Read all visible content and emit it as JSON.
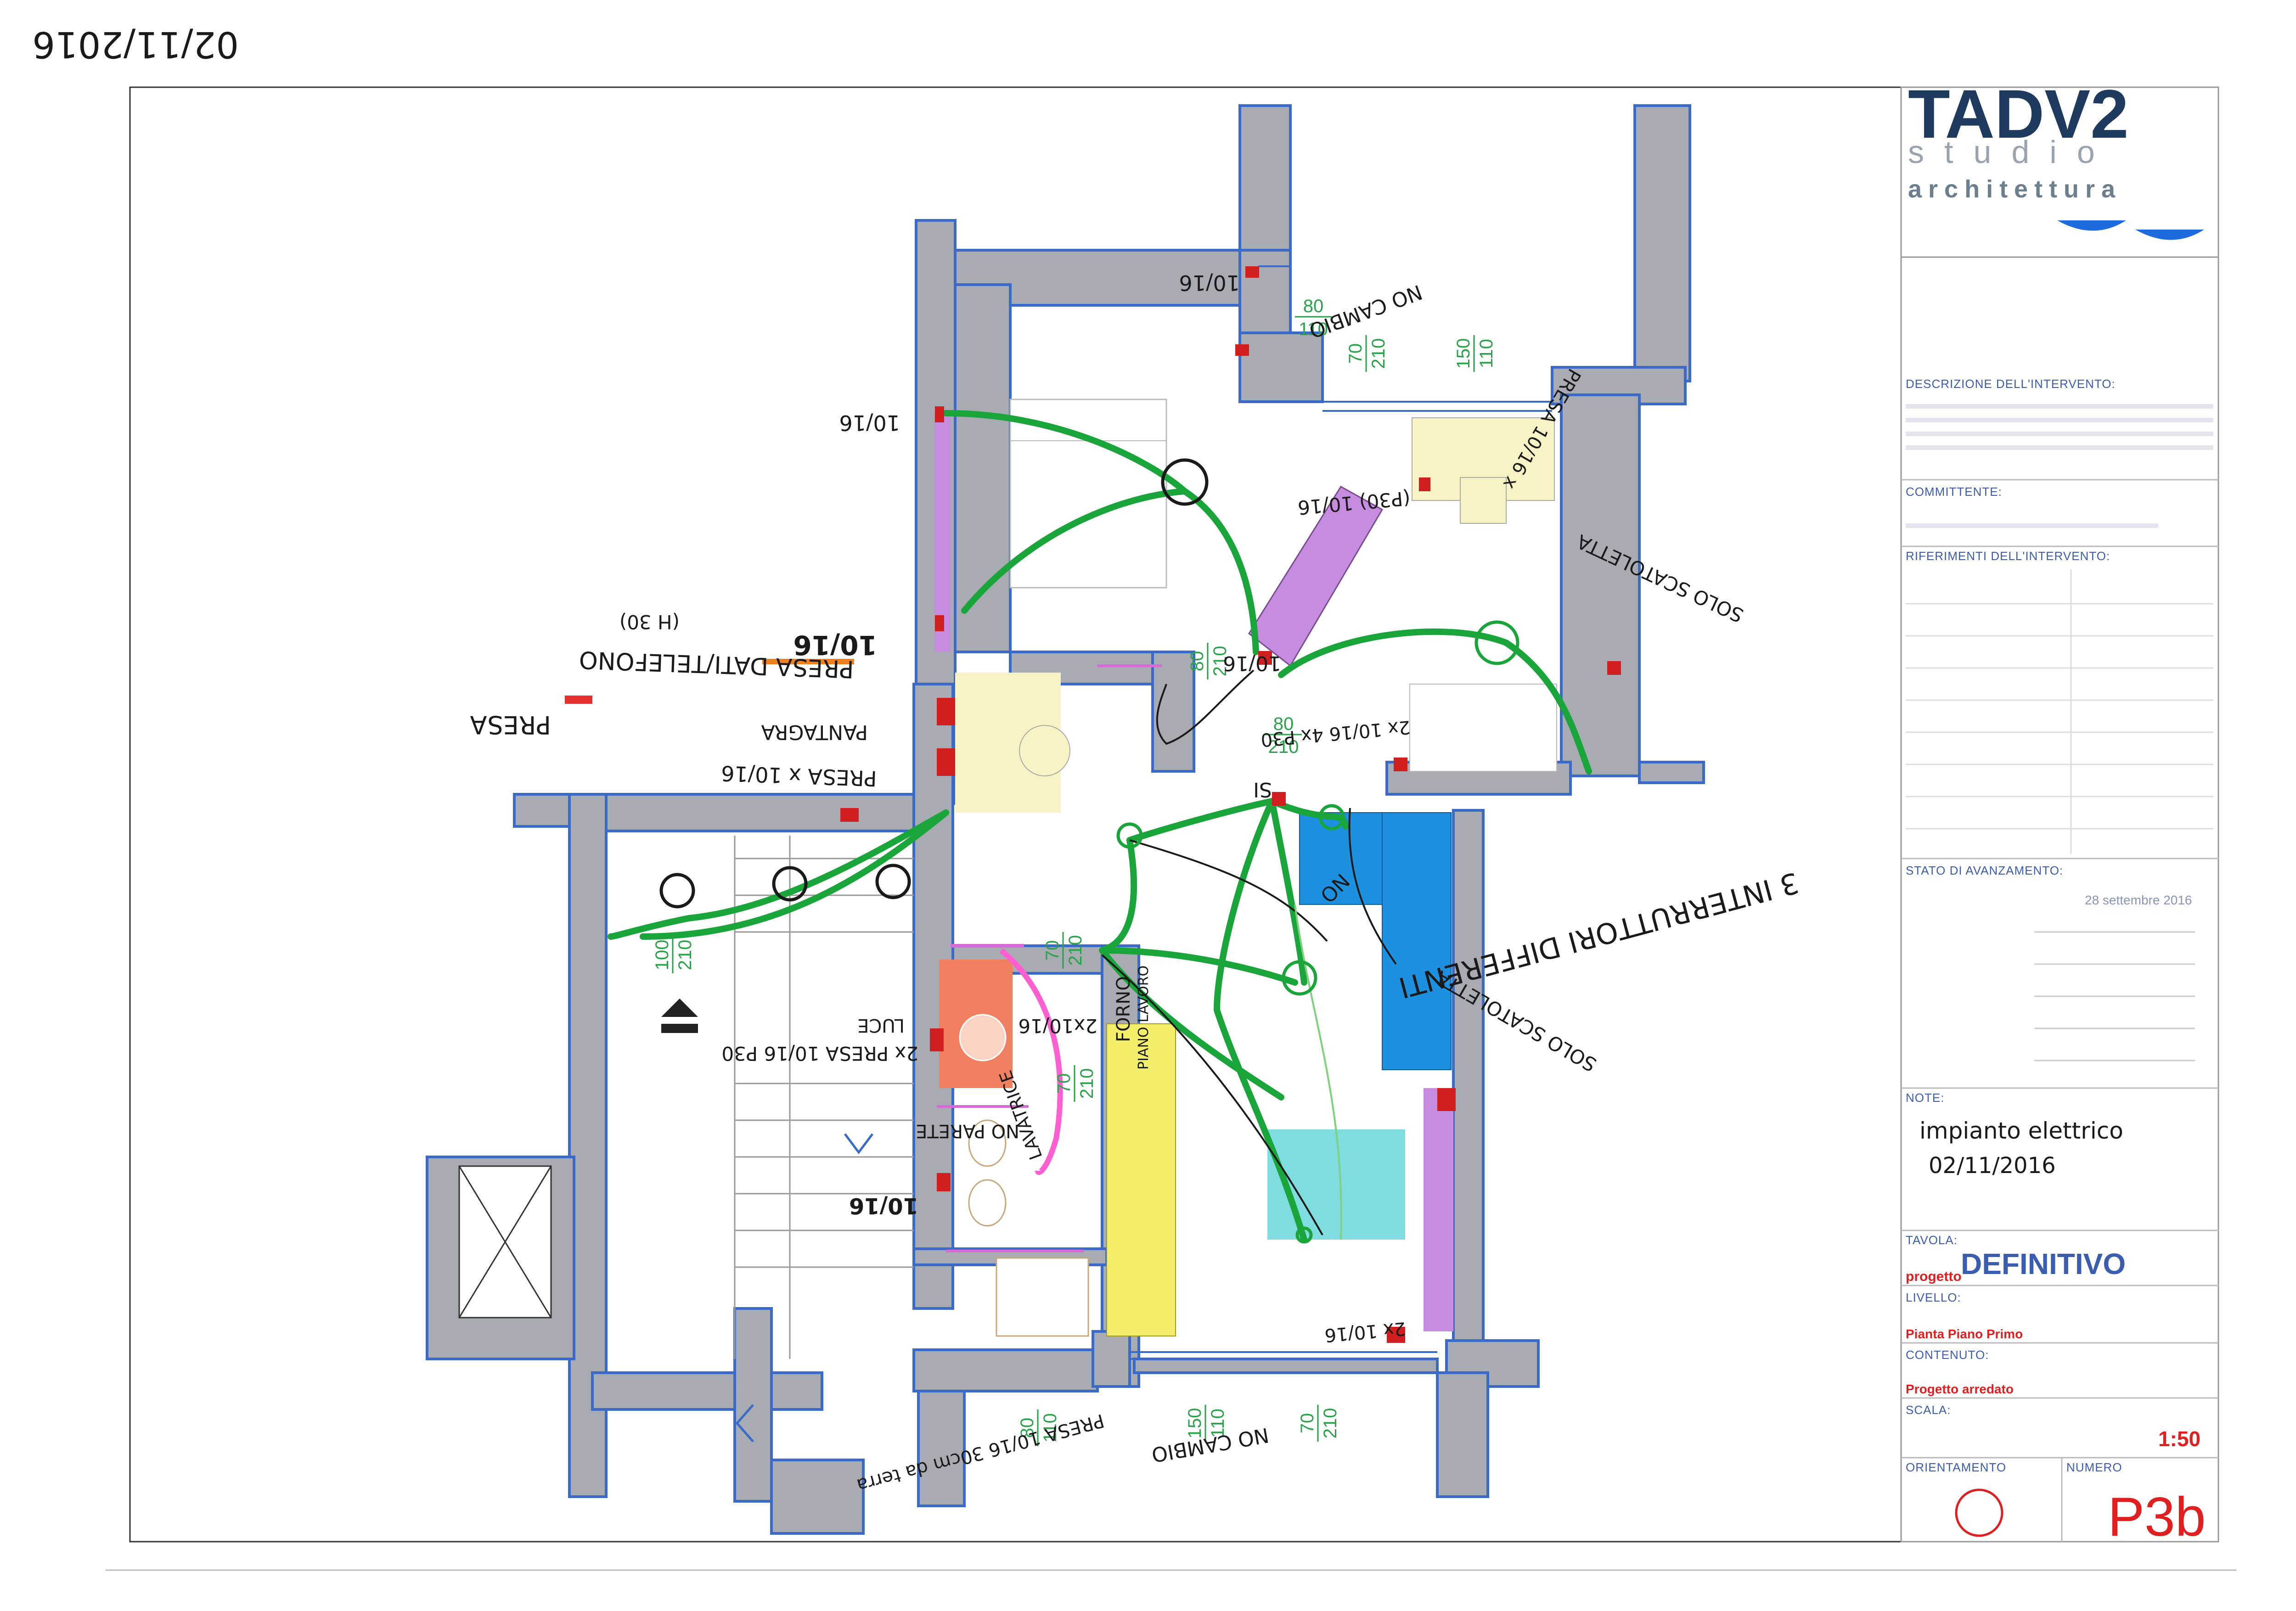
{
  "header_date": "02/11/2016",
  "logo": {
    "line1": "TADV2",
    "line2": "studio",
    "line3": "architettura"
  },
  "title_block": {
    "descrizione_label": "DESCRIZIONE DELL'INTERVENTO:",
    "committente_label": "COMMITTENTE:",
    "riferimenti_label": "RIFERIMENTI DELL'INTERVENTO:",
    "stato_label": "STATO DI AVANZAMENTO:",
    "stato_date": "28 settembre 2016",
    "note_label": "NOTE:",
    "note_hand_line1": "impianto elettrico",
    "note_hand_line2": "02/11/2016",
    "tavola_label": "TAVOLA:",
    "progetto_label": "progetto",
    "progetto_value": "DEFINITIVO",
    "livello_label": "LIVELLO:",
    "livello_value": "Pianta Piano Primo",
    "contenuto_label": "CONTENUTO:",
    "contenuto_value": "Progetto arredato",
    "scala_label": "SCALA:",
    "scala_value": "1:50",
    "orientamento_label": "ORIENTAMENTO",
    "numero_label": "NUMERO",
    "numero_value": "P3b"
  },
  "dimensions": {
    "d1_top": "80",
    "d1_bot": "110",
    "d2_top": "70",
    "d2_bot": "210",
    "d3_top": "150",
    "d3_bot": "110",
    "d4_top": "80",
    "d4_bot": "210",
    "d5_top": "80",
    "d5_bot": "210",
    "d6_top": "100",
    "d6_bot": "210",
    "d7_top": "70",
    "d7_bot": "210",
    "d8_top": "70",
    "d8_bot": "210",
    "d9_top": "80",
    "d9_bot": "110",
    "d10_top": "150",
    "d10_bot": "110",
    "d11_top": "70",
    "d11_bot": "210"
  },
  "annotations": {
    "a1": "10/16",
    "a2": "NO CAMBIO",
    "a3": "10/16",
    "a4": "PRESA 10/16 x",
    "a5": "(P30) 10/16",
    "a6": "10/16",
    "a7": "10/16",
    "a8": "(H 30)",
    "a9": "PRESA DATI/TELEFONO",
    "a10": "PRESA",
    "a11": "PANTAGRA",
    "a12": "PRESA x 10/16",
    "a13": "2x 10/16 4x P30",
    "a14": "SOLO SCATOLETTA",
    "a15": "SOLO SCATOLETTA",
    "a16": "SI",
    "a17": "NO",
    "a18": "3 INTERRUTTORI DIFFERENTI",
    "a19": "LUCE",
    "a20": "2x PRESA 10/16 P30",
    "a21": "2x10/16",
    "a22": "FORNO",
    "a23": "PIANO LAVORO",
    "a24": "NO PARETE",
    "a25": "LAVATRICE",
    "a26": "10/16",
    "a27": "2x 10/16",
    "a28": "PRESA 10/16 30cm da terra",
    "a29": "NO CAMBIO"
  },
  "colors": {
    "wall": "#a9abb3",
    "wall_edge": "#3b6bc9",
    "wire": "#1aa53a",
    "marker": "#d11f1f",
    "kitchen_blue": "#1e90e0",
    "table_cyan": "#7fdde0",
    "yellow": "#f4ef6a",
    "pale_yellow": "#f7f3c4",
    "violet": "#c58ce0",
    "salmon": "#f08060",
    "title_blue": "#3a5db0"
  },
  "icons": [
    "lift-up-icon",
    "north-circle-icon",
    "logo-waves-icon",
    "stair-arrow-icon"
  ]
}
